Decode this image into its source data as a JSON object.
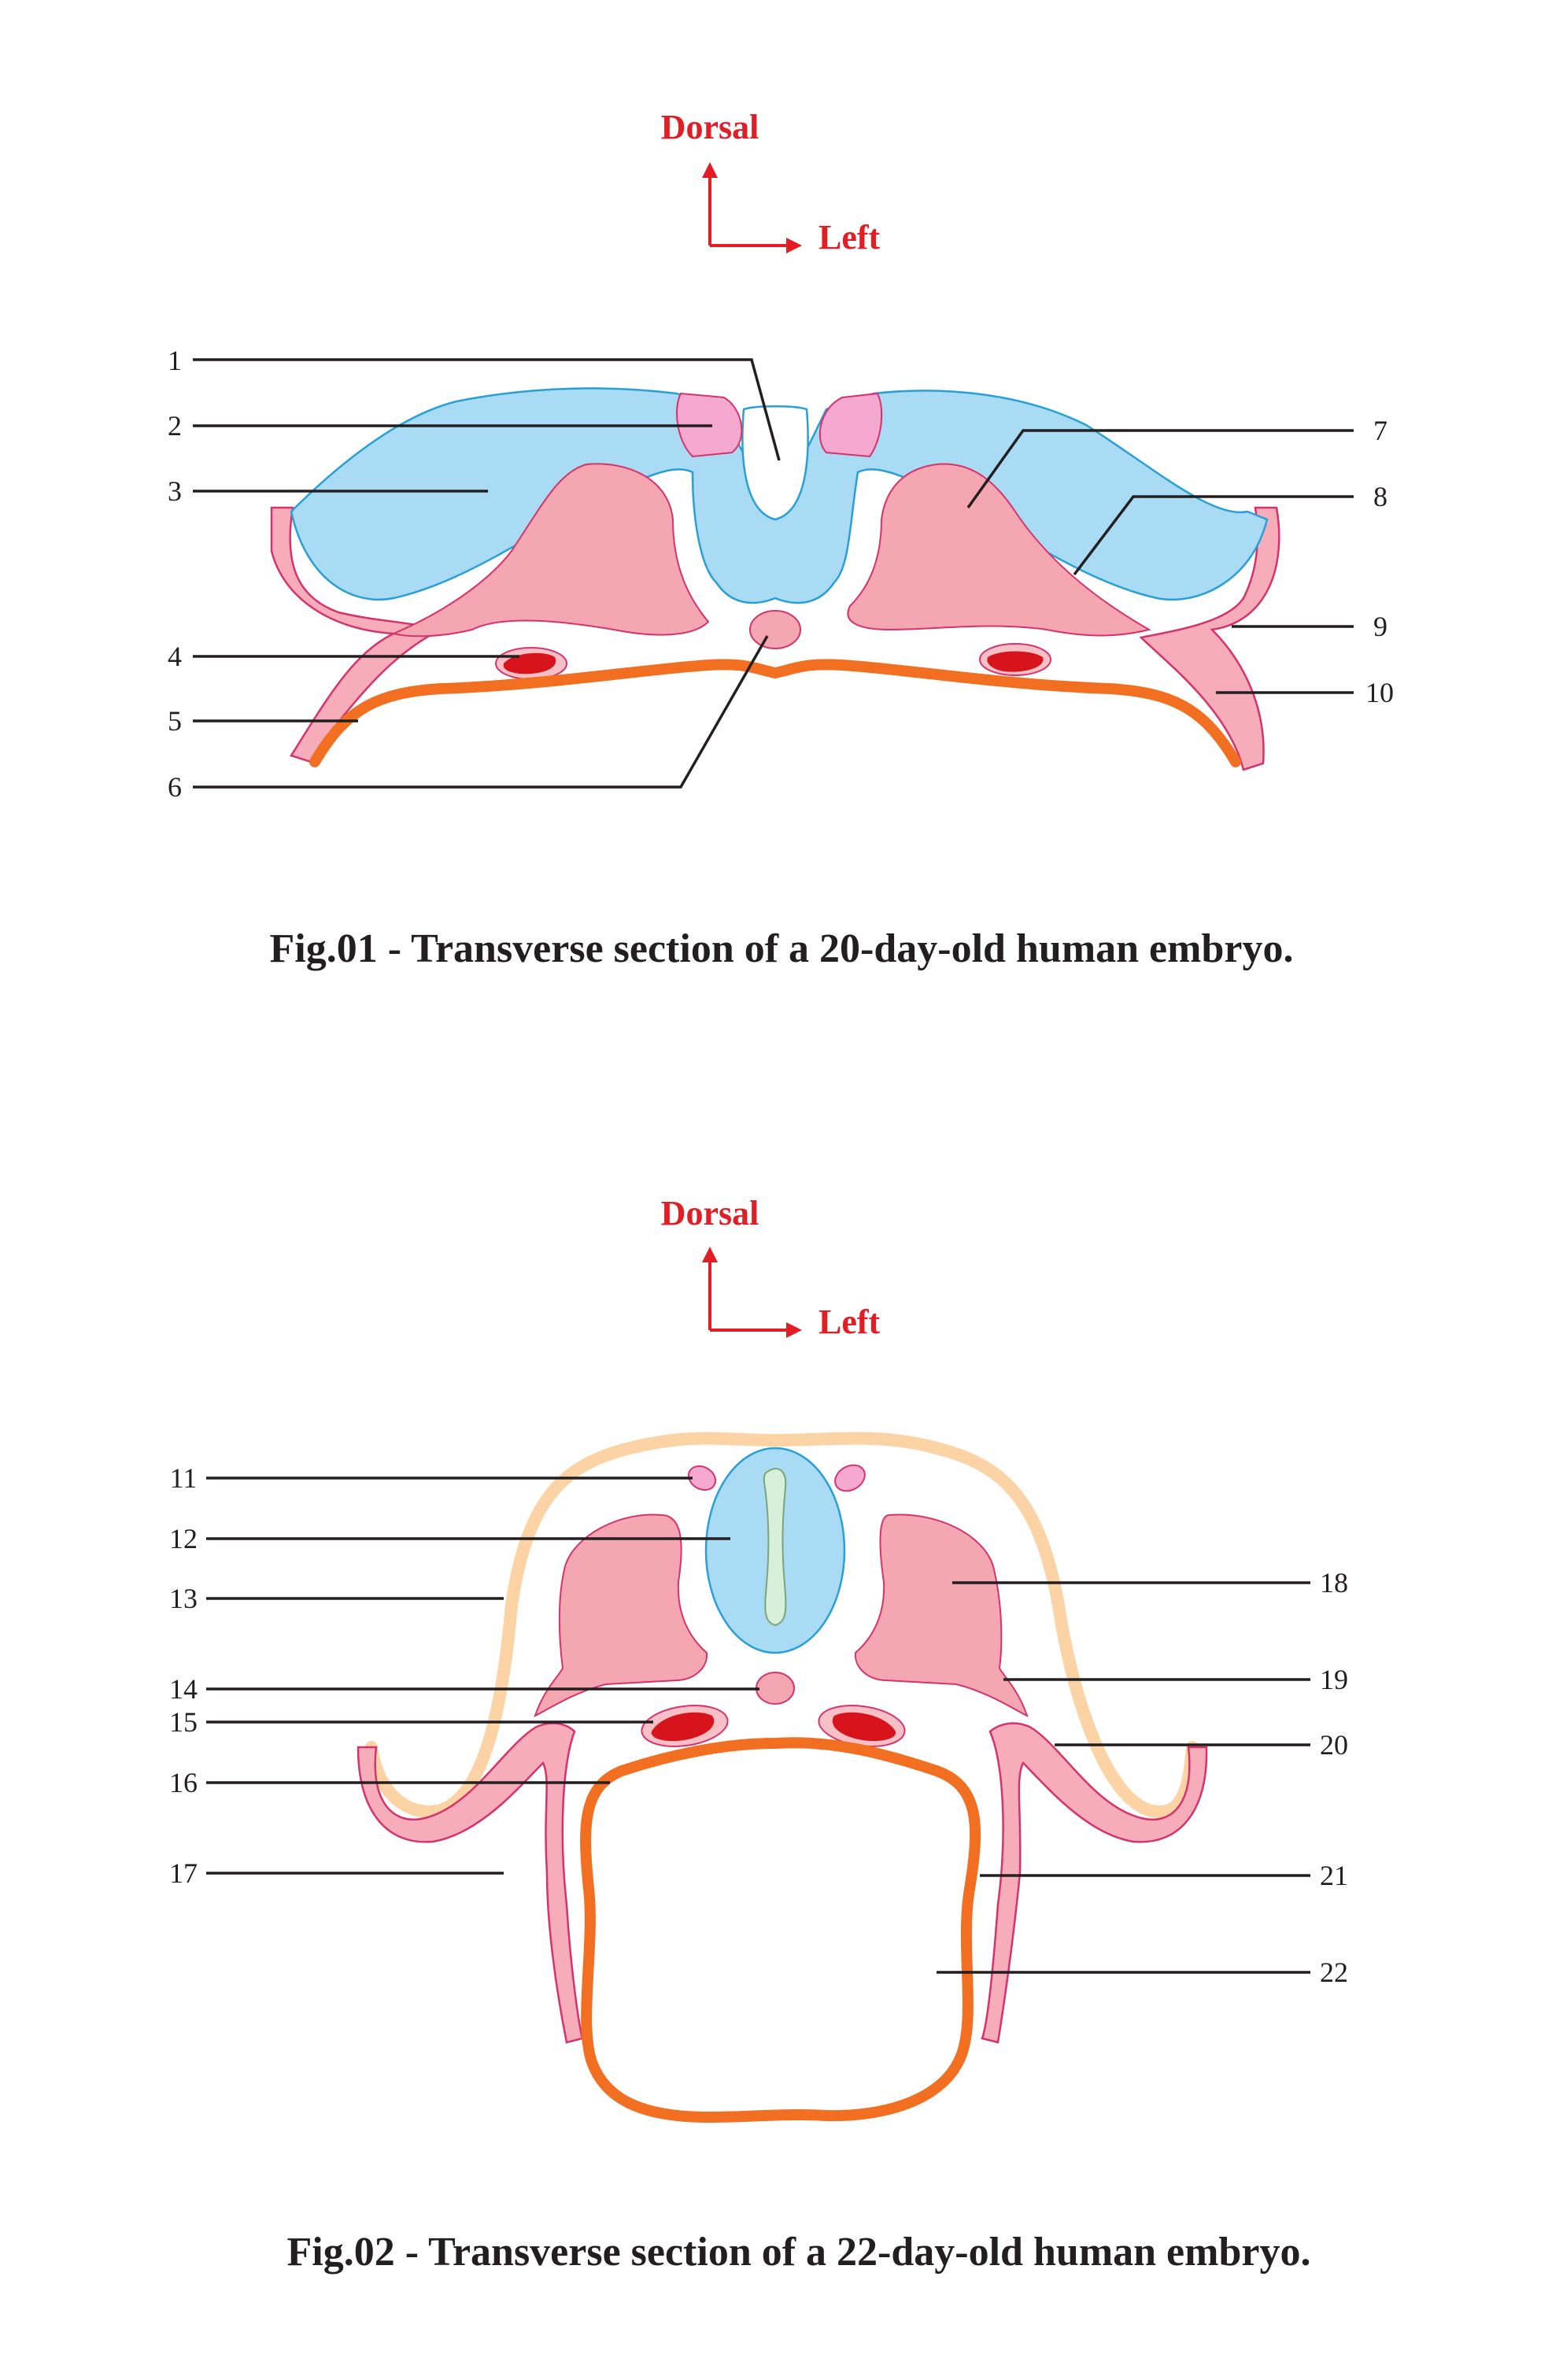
{
  "figure1": {
    "orientation": {
      "dorsal": "Dorsal",
      "left": "Left"
    },
    "labels": [
      "1",
      "2",
      "3",
      "4",
      "5",
      "6",
      "7",
      "8",
      "9",
      "10"
    ],
    "caption": "Fig.01 - Transverse section of a 20-day-old human embryo."
  },
  "figure2": {
    "orientation": {
      "dorsal": "Dorsal",
      "left": "Left"
    },
    "labels": [
      "11",
      "12",
      "13",
      "14",
      "15",
      "16",
      "17",
      "18",
      "19",
      "20",
      "21",
      "22"
    ],
    "caption": "Fig.02 - Transverse section of a 22-day-old human embryo."
  },
  "colors": {
    "orientation": "#e21d24",
    "neural_tissue": "#a9dcf4",
    "neural_crest": "#f5a9d1",
    "mesoderm": "#f5a7b1",
    "endoderm": "#f26f21",
    "surface_ectoderm_fig2": "#fbd3a4",
    "blood": "#d7141c"
  }
}
